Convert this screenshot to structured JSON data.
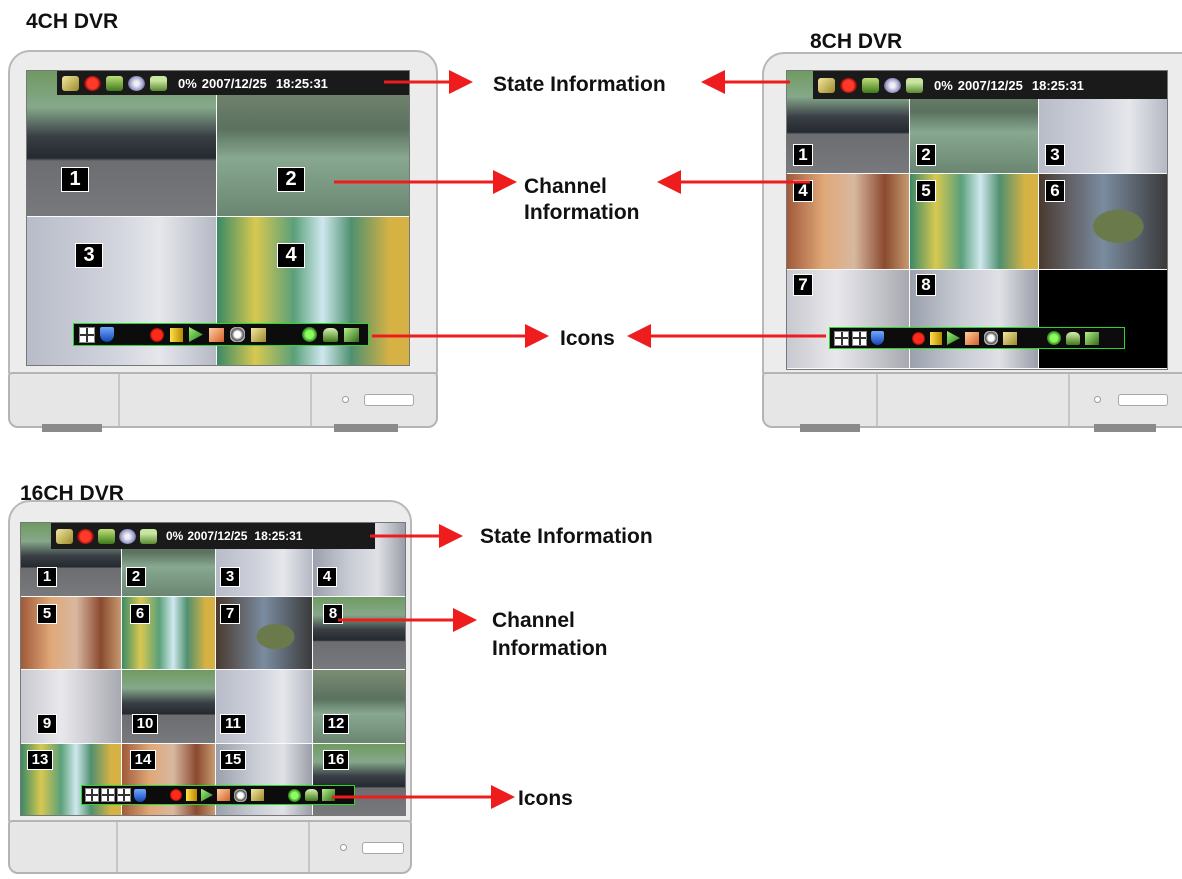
{
  "titles": {
    "dvr4": "4CH DVR",
    "dvr8": "8CH DVR",
    "dvr16": "16CH DVR"
  },
  "annotations": {
    "state_1": "State Information",
    "channel_1a": "Channel",
    "channel_1b": "Information",
    "icons_1": "Icons",
    "state_2": "State Information",
    "channel_2a": "Channel",
    "channel_2b": "Information",
    "icons_2": "Icons"
  },
  "status": {
    "percent": "0%",
    "date": "2007/12/25",
    "time": "18:25:31"
  },
  "channels4": [
    "1",
    "2",
    "3",
    "4"
  ],
  "channels8": [
    "1",
    "2",
    "3",
    "4",
    "5",
    "6",
    "7",
    "8"
  ],
  "channels16": [
    "1",
    "2",
    "3",
    "4",
    "5",
    "6",
    "7",
    "8",
    "9",
    "10",
    "11",
    "12",
    "13",
    "14",
    "15",
    "16"
  ],
  "status_icons": [
    "camera-icon",
    "record-icon",
    "network-icon",
    "hdd-icon",
    "alarm-all-icon"
  ],
  "toolbar_icons": [
    "grid-icon",
    "shield-icon",
    "record-icon",
    "bookmark-icon",
    "play-icon",
    "hand-icon",
    "zoom-icon",
    "camera-icon",
    "green-light-icon",
    "antenna-icon",
    "document-icon"
  ],
  "colors": {
    "arrow": "#ee1c1c",
    "toolbar_border": "#2fd42f"
  }
}
